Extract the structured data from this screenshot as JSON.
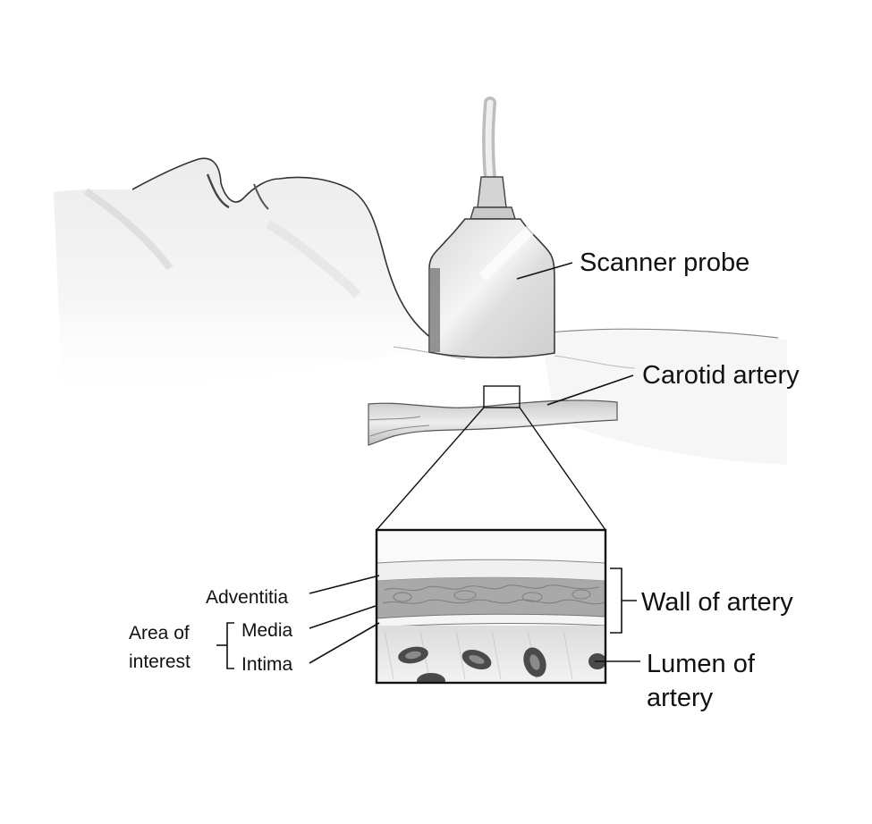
{
  "labels": {
    "scanner_probe": "Scanner probe",
    "carotid_artery": "Carotid artery",
    "wall_of_artery": "Wall of artery",
    "lumen_line1": "Lumen of",
    "lumen_line2": "artery",
    "adventitia": "Adventitia",
    "media": "Media",
    "intima": "Intima",
    "area_line1": "Area of",
    "area_line2": "interest"
  },
  "colors": {
    "ink": "#111111",
    "skin": "#f2f2f2",
    "shade": "#cfcfcf",
    "probe": "#e6e6e6",
    "artery": "#dcdcdc",
    "media": "#a9a9a9",
    "cell": "#5a5a5a"
  }
}
